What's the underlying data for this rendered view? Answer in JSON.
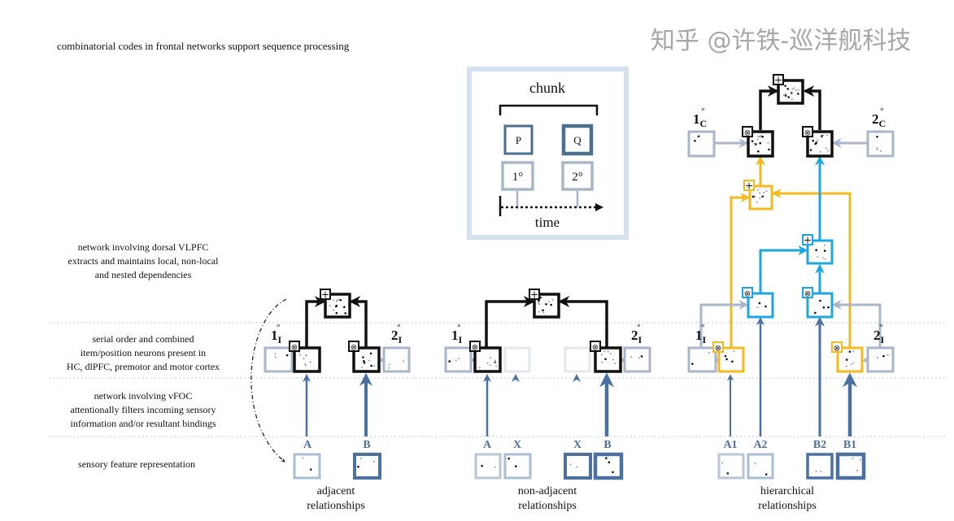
{
  "title": "combinatorial codes in frontal networks support sequence processing",
  "chunk_inset": {
    "title": "chunk",
    "items": [
      "P",
      "Q"
    ],
    "positions": [
      "1°",
      "2°"
    ],
    "axis_label": "time"
  },
  "row_labels": [
    [
      "network involving dorsal VLPFC",
      "extracts and maintains local, non-local",
      "and nested dependencies"
    ],
    [
      "serial order and combined",
      "item/position neurons present in",
      "HC, dlPFC, premotor and motor cortex"
    ],
    [
      "network involving vFOC",
      "attentionally filters incoming sensory",
      "information and/or resultant bindings"
    ],
    [
      "sensory feature representation"
    ]
  ],
  "panels": [
    {
      "caption": [
        "adjacent",
        "relationships"
      ],
      "inputs": [
        "A",
        "B"
      ]
    },
    {
      "caption": [
        "non-adjacent",
        "relationships"
      ],
      "inputs": [
        "A",
        "X",
        "X",
        "B"
      ]
    },
    {
      "caption": [
        "hierarchical",
        "relationships"
      ],
      "inputs": [
        "A1",
        "A2",
        "B2",
        "B1"
      ]
    }
  ],
  "position_labels": {
    "one": "1",
    "two": "2",
    "item_sub": "I",
    "chunk_sub": "C",
    "degree": "°"
  },
  "operators": {
    "sum": "+",
    "product": "⊗"
  },
  "watermark": "知乎 @许铁-巡洋舰科技",
  "colors": {
    "sensory_arrow": "#4a71a0",
    "position_gray": "#a9b5c8",
    "chunk_border": "#d3e1f0",
    "local_binding": "#111111",
    "nested_outer": "#f5b920",
    "nested_inner": "#1ca7e0"
  }
}
